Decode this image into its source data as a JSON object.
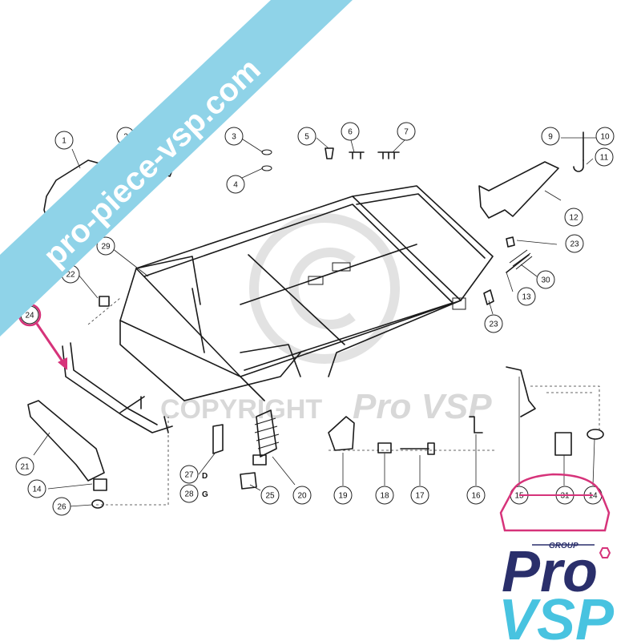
{
  "banner": {
    "text": "pro-piece-vsp.com",
    "color": "#8fd3e8"
  },
  "watermark": {
    "text_left": "COPYRIGHT",
    "text_right": "Pro VSP"
  },
  "highlight_color": "#d6337a",
  "highlighted_part": "24",
  "callouts": [
    {
      "id": "1"
    },
    {
      "id": "2"
    },
    {
      "id": "3"
    },
    {
      "id": "4"
    },
    {
      "id": "5"
    },
    {
      "id": "6"
    },
    {
      "id": "7"
    },
    {
      "id": "9"
    },
    {
      "id": "10"
    },
    {
      "id": "11"
    },
    {
      "id": "12"
    },
    {
      "id": "23"
    },
    {
      "id": "30"
    },
    {
      "id": "13"
    },
    {
      "id": "23"
    },
    {
      "id": "29"
    },
    {
      "id": "22"
    },
    {
      "id": "24"
    },
    {
      "id": "21"
    },
    {
      "id": "14"
    },
    {
      "id": "26"
    },
    {
      "id": "27"
    },
    {
      "id": "28"
    },
    {
      "id": "25"
    },
    {
      "id": "20"
    },
    {
      "id": "19"
    },
    {
      "id": "18"
    },
    {
      "id": "17"
    },
    {
      "id": "16"
    },
    {
      "id": "15"
    },
    {
      "id": "31"
    },
    {
      "id": "14"
    }
  ],
  "variant_letters": {
    "d": "D",
    "g": "G"
  },
  "logo": {
    "group": "GROUP",
    "pro": "Pro",
    "vsp": "VSP",
    "primary_color": "#2a2f6b",
    "accent_color": "#48c3e0",
    "car_color": "#d6337a"
  }
}
